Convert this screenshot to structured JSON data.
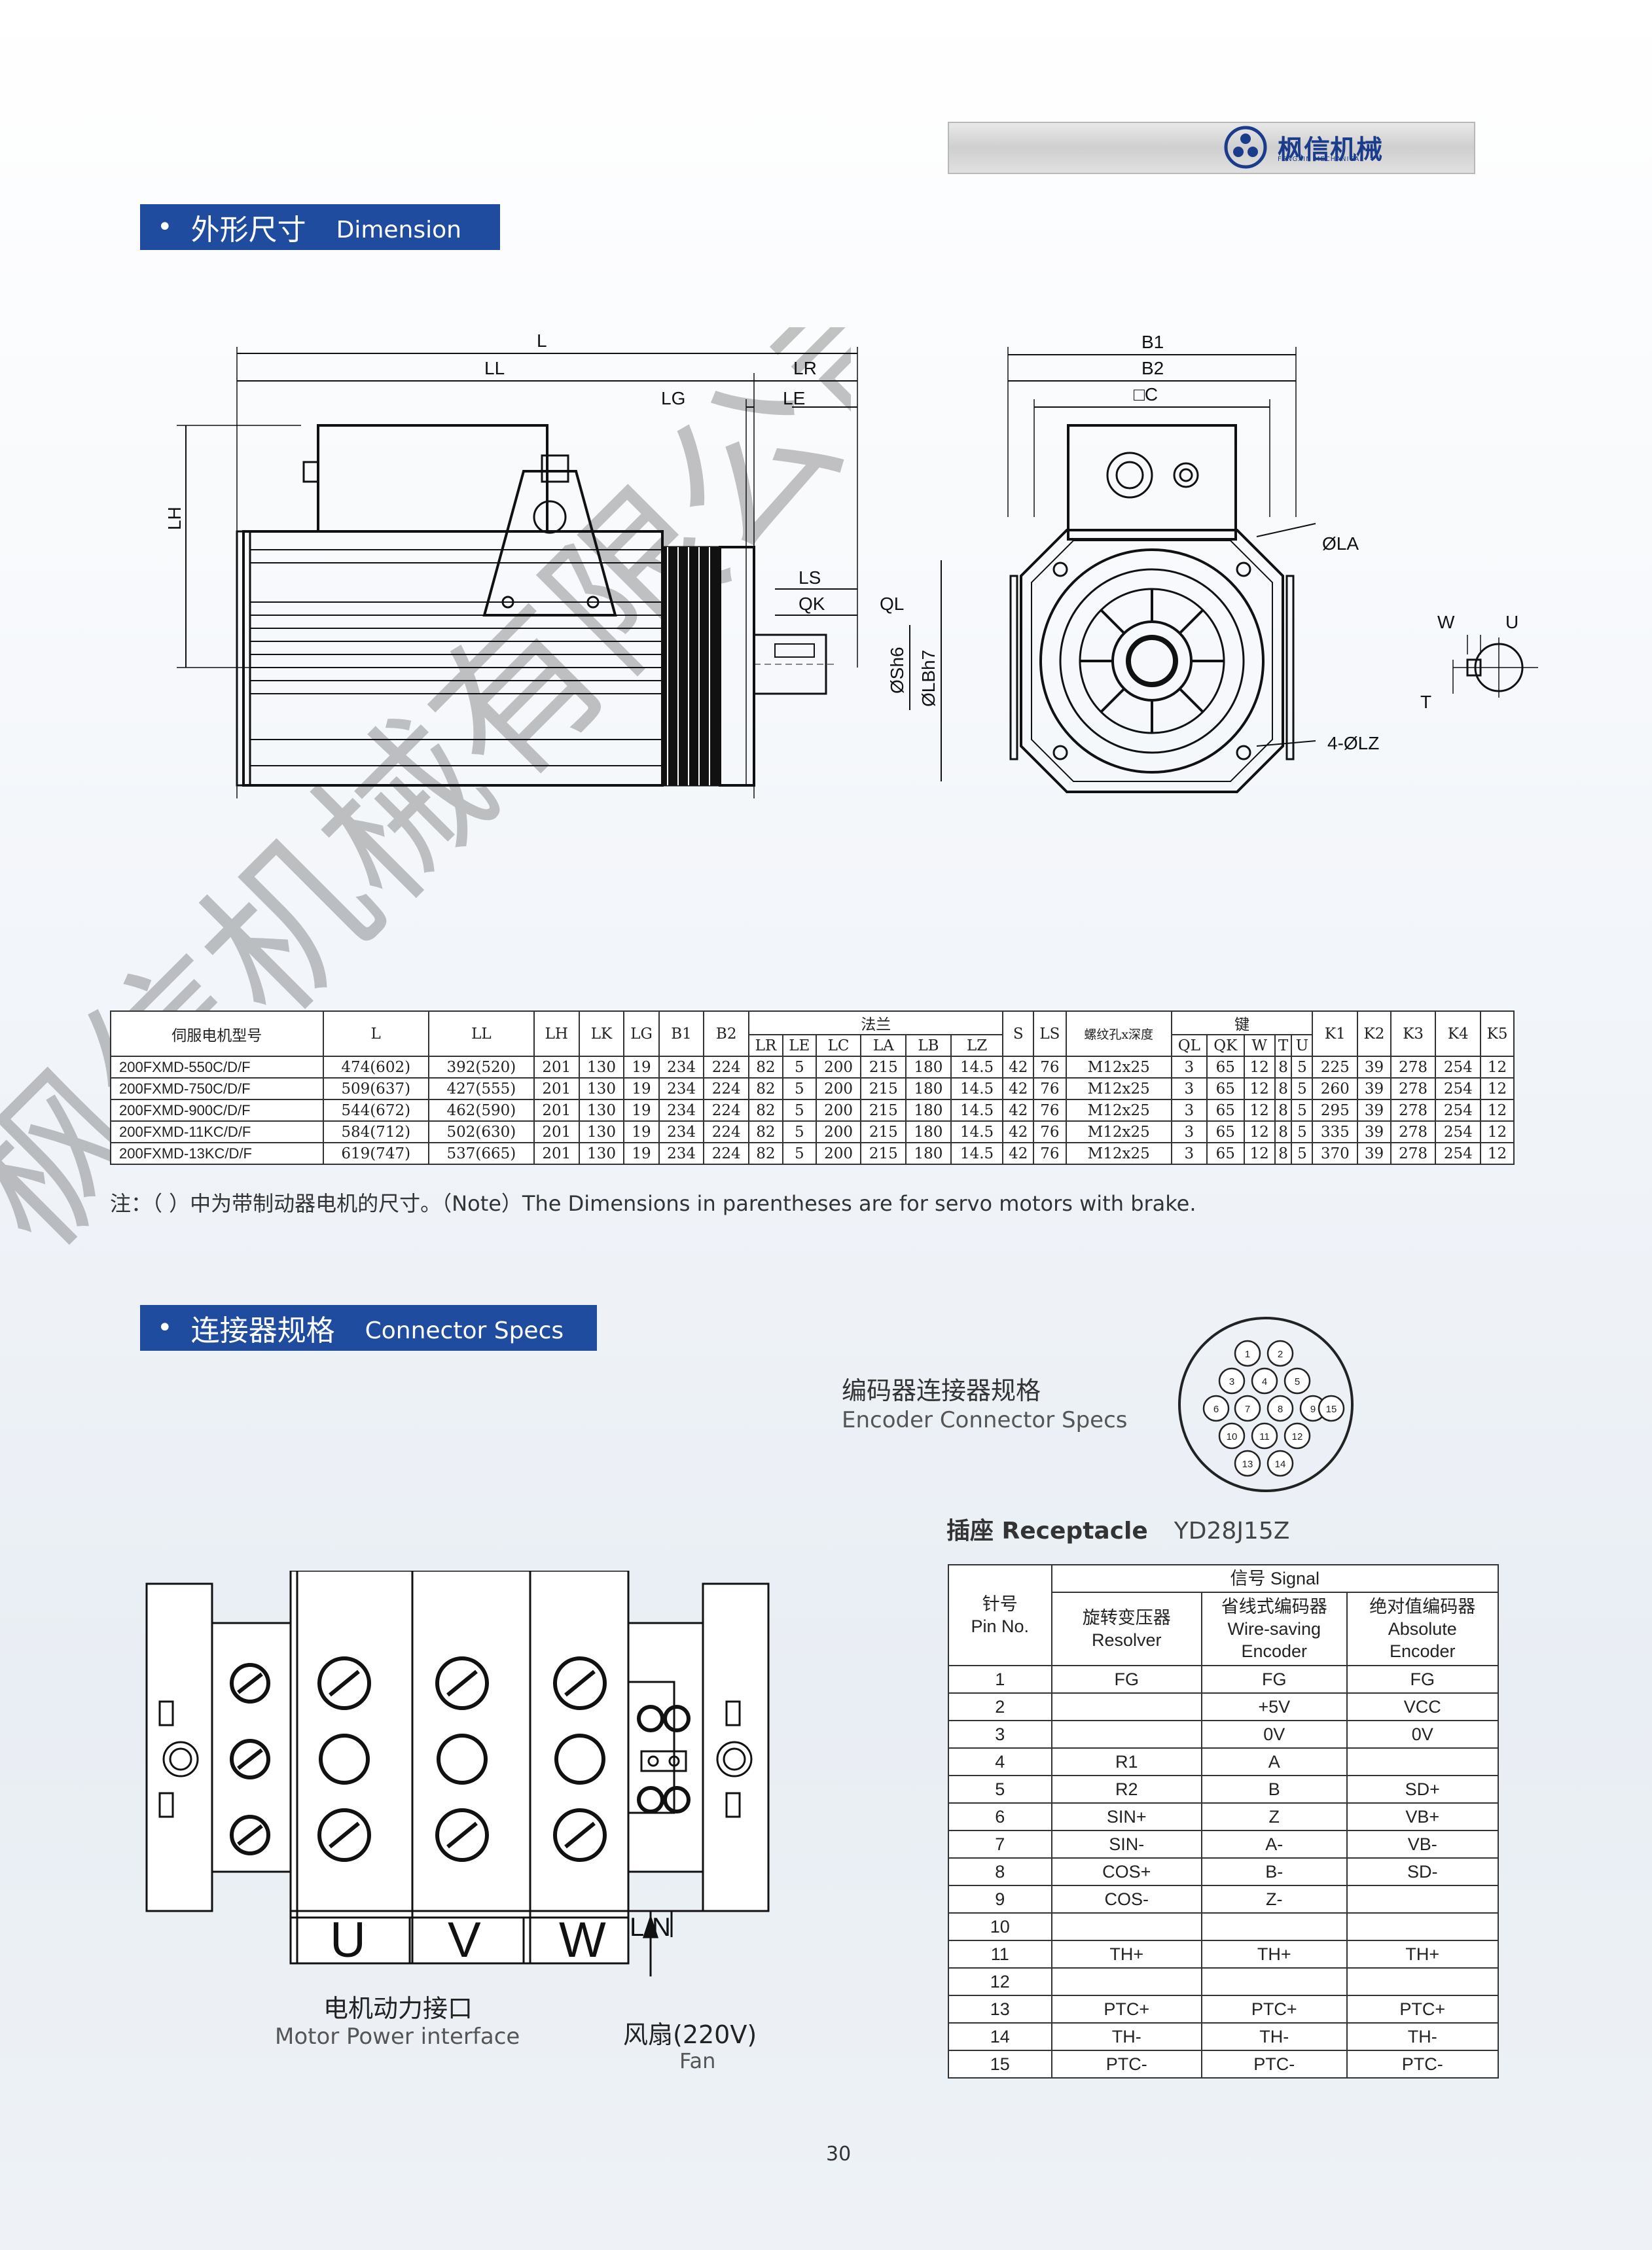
{
  "brand": {
    "name": "枫信机械",
    "sub": "FENGXIN MECHANICAL"
  },
  "watermark": "枫信机械有限公司",
  "dimension_section": {
    "cn": "外形尺寸",
    "en": "Dimension"
  },
  "drawing_labels": {
    "L": "L",
    "LL": "LL",
    "LR": "LR",
    "LG": "LG",
    "LE": "LE",
    "LH": "LH",
    "LS": "LS",
    "QK": "QK",
    "QL": "QL",
    "Sh6": "ØSh6",
    "LBh7": "ØLBh7",
    "B1": "B1",
    "B2": "B2",
    "C": "□C",
    "LA": "ØLA",
    "LZ": "4-ØLZ",
    "W": "W",
    "U": "U",
    "T": "T"
  },
  "dim_table": {
    "model_header": "伺服电机型号",
    "flange_header": "法兰",
    "thread_header": "螺纹孔x深度",
    "key_header": "键",
    "columns_single": [
      "L",
      "LL",
      "LH",
      "LK",
      "LG",
      "B1",
      "B2"
    ],
    "flange_cols": [
      "LR",
      "LE",
      "LC",
      "LA",
      "LB",
      "LZ"
    ],
    "mid_cols": [
      "S",
      "LS"
    ],
    "key_cols": [
      "QL",
      "QK",
      "W",
      "T",
      "U"
    ],
    "tail_cols": [
      "K1",
      "K2",
      "K3",
      "K4",
      "K5"
    ],
    "rows": [
      [
        "200FXMD-550C/D/F",
        "474(602)",
        "392(520)",
        "201",
        "130",
        "19",
        "234",
        "224",
        "82",
        "5",
        "200",
        "215",
        "180",
        "14.5",
        "42",
        "76",
        "M12x25",
        "3",
        "65",
        "12",
        "8",
        "5",
        "225",
        "39",
        "278",
        "254",
        "12"
      ],
      [
        "200FXMD-750C/D/F",
        "509(637)",
        "427(555)",
        "201",
        "130",
        "19",
        "234",
        "224",
        "82",
        "5",
        "200",
        "215",
        "180",
        "14.5",
        "42",
        "76",
        "M12x25",
        "3",
        "65",
        "12",
        "8",
        "5",
        "260",
        "39",
        "278",
        "254",
        "12"
      ],
      [
        "200FXMD-900C/D/F",
        "544(672)",
        "462(590)",
        "201",
        "130",
        "19",
        "234",
        "224",
        "82",
        "5",
        "200",
        "215",
        "180",
        "14.5",
        "42",
        "76",
        "M12x25",
        "3",
        "65",
        "12",
        "8",
        "5",
        "295",
        "39",
        "278",
        "254",
        "12"
      ],
      [
        "200FXMD-11KC/D/F",
        "584(712)",
        "502(630)",
        "201",
        "130",
        "19",
        "234",
        "224",
        "82",
        "5",
        "200",
        "215",
        "180",
        "14.5",
        "42",
        "76",
        "M12x25",
        "3",
        "65",
        "12",
        "8",
        "5",
        "335",
        "39",
        "278",
        "254",
        "12"
      ],
      [
        "200FXMD-13KC/D/F",
        "619(747)",
        "537(665)",
        "201",
        "130",
        "19",
        "234",
        "224",
        "82",
        "5",
        "200",
        "215",
        "180",
        "14.5",
        "42",
        "76",
        "M12x25",
        "3",
        "65",
        "12",
        "8",
        "5",
        "370",
        "39",
        "278",
        "254",
        "12"
      ]
    ]
  },
  "note": "注：（ ）中为带制动器电机的尺寸。（Note）The Dimensions in parentheses are for servo motors with brake.",
  "connector_section": {
    "cn": "连接器规格",
    "en": "Connector Specs"
  },
  "encoder": {
    "cn": "编码器连接器规格",
    "en": "Encoder Connector Specs"
  },
  "receptacle": {
    "label": "插座 Receptacle",
    "model": "YD28J15Z"
  },
  "connector_pins": [
    "1",
    "2",
    "3",
    "4",
    "5",
    "6",
    "7",
    "8",
    "9",
    "10",
    "11",
    "12",
    "13",
    "14",
    "15"
  ],
  "signal_table": {
    "signal_header": "信号 Signal",
    "pin_header_cn": "针号",
    "pin_header_en": "Pin No.",
    "col1_cn": "旋转变压器",
    "col1_en": "Resolver",
    "col2_cn": "省线式编码器",
    "col2_en1": "Wire-saving",
    "col2_en2": "Encoder",
    "col3_cn": "绝对值编码器",
    "col3_en1": "Absolute",
    "col3_en2": "Encoder",
    "rows": [
      [
        "1",
        "FG",
        "FG",
        "FG"
      ],
      [
        "2",
        "",
        "+5V",
        "VCC"
      ],
      [
        "3",
        "",
        "0V",
        "0V"
      ],
      [
        "4",
        "R1",
        "A",
        ""
      ],
      [
        "5",
        "R2",
        "B",
        "SD+"
      ],
      [
        "6",
        "SIN+",
        "Z",
        "VB+"
      ],
      [
        "7",
        "SIN-",
        "A-",
        "VB-"
      ],
      [
        "8",
        "COS+",
        "B-",
        "SD-"
      ],
      [
        "9",
        "COS-",
        "Z-",
        ""
      ],
      [
        "10",
        "",
        "",
        ""
      ],
      [
        "11",
        "TH+",
        "TH+",
        "TH+"
      ],
      [
        "12",
        "",
        "",
        ""
      ],
      [
        "13",
        "PTC+",
        "PTC+",
        "PTC+"
      ],
      [
        "14",
        "TH-",
        "TH-",
        "TH-"
      ],
      [
        "15",
        "PTC-",
        "PTC-",
        "PTC-"
      ]
    ]
  },
  "terminal": {
    "phases": [
      "U",
      "V",
      "W"
    ],
    "fan_terminals": [
      "L",
      "N"
    ],
    "motor_power_cn": "电机动力接口",
    "motor_power_en": "Motor Power interface",
    "fan_cn": "风扇(220V)",
    "fan_en": "Fan"
  },
  "page_number": "30"
}
